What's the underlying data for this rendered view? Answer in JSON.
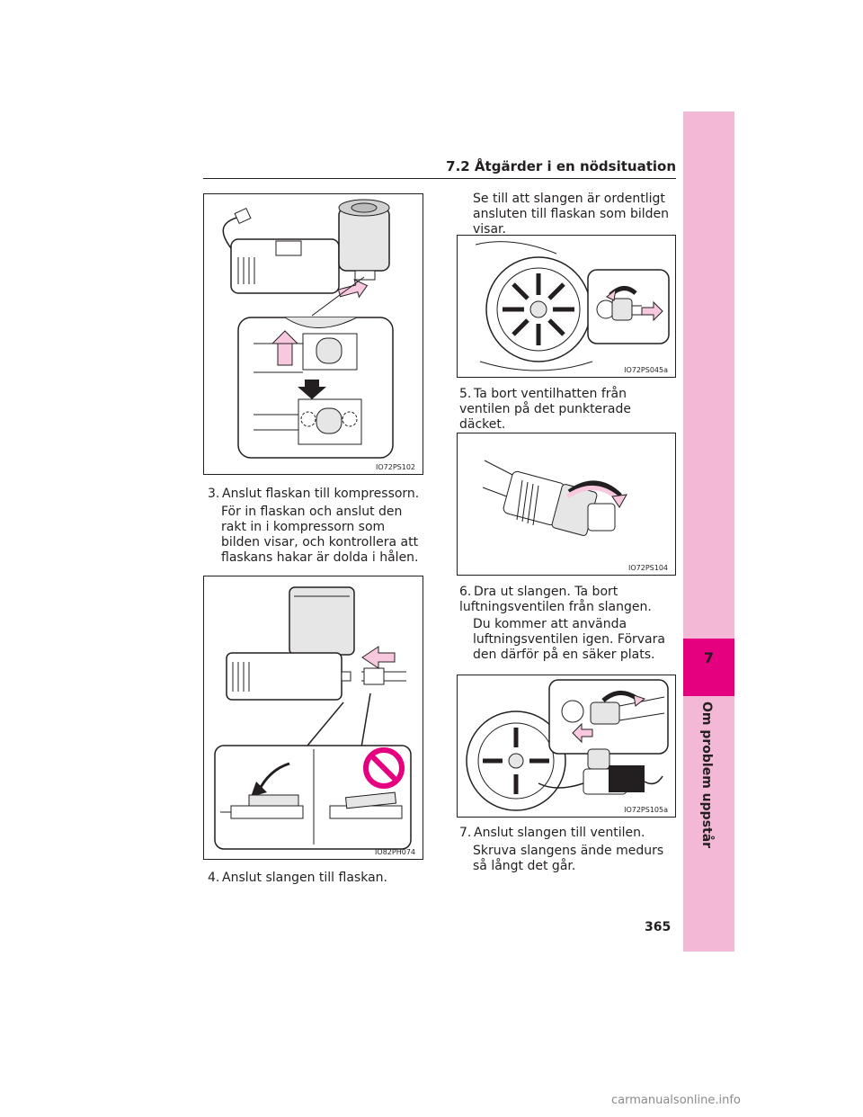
{
  "header": {
    "section_title": "7.2  Åtgärder i en nödsituation"
  },
  "side_tab": {
    "chapter_number": "7",
    "chapter_label": "Om problem uppstår"
  },
  "figures": {
    "fig1_code": "IO72PS102",
    "fig2_code": "IO82PH074",
    "fig3_code": "IO72PS045a",
    "fig4_code": "IO72PS104",
    "fig5_code": "IO72PS105a"
  },
  "left": {
    "step3_num": "3.",
    "step3_title": "Anslut flaskan till kompressorn.",
    "step3_body": "För in flaskan och anslut den rakt in i kompressorn som bilden visar, och kontrollera att flaskans hakar är dolda i hålen.",
    "step4_num": "4.",
    "step4_title": "Anslut slangen till flaskan."
  },
  "right": {
    "intro": "Se till att slangen är ordentligt ansluten till flaskan som bilden visar.",
    "step5_num": "5.",
    "step5_title": "Ta bort ventilhatten från ventilen på det punkterade däcket.",
    "step6_num": "6.",
    "step6_title": "Dra ut slangen. Ta bort luftningsventilen från slangen.",
    "step6_body": "Du kommer att använda luftningsventilen igen. Förvara den därför på en säker plats.",
    "step7_num": "7.",
    "step7_title": "Anslut slangen till ventilen.",
    "step7_body": "Skruva slangens ände medurs så långt det går."
  },
  "footer": {
    "page_number": "365",
    "watermark": "carmanualsonline.info"
  },
  "colors": {
    "accent_pink": "#e4007f",
    "tab_pink": "#f2b8d6",
    "text": "#231f20"
  }
}
